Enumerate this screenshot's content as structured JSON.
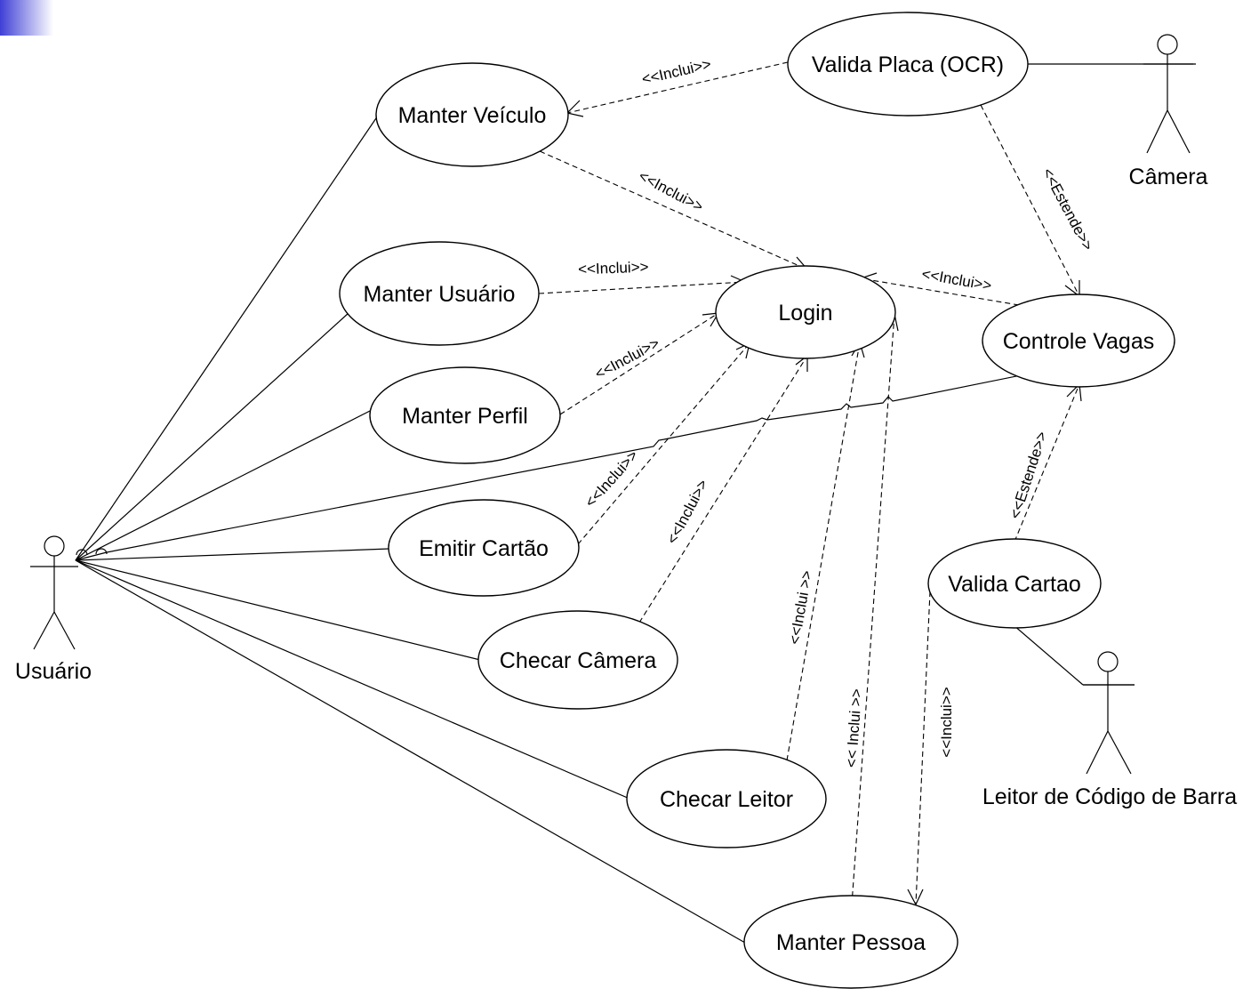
{
  "use_cases": {
    "manter_veiculo": "Manter Veículo",
    "valida_placa": "Valida Placa (OCR)",
    "manter_usuario": "Manter Usuário",
    "login": "Login",
    "controle_vagas": "Controle Vagas",
    "manter_perfil": "Manter Perfil",
    "emitir_cartao": "Emitir Cartão",
    "checar_camera": "Checar Câmera",
    "valida_cartao": "Valida Cartao",
    "checar_leitor": "Checar Leitor",
    "manter_pessoa": "Manter Pessoa"
  },
  "actors": {
    "usuario": "Usuário",
    "camera": "Câmera",
    "leitor": "Leitor de Código de Barra"
  },
  "relations": {
    "inclui": "<<Inclui>>",
    "inclui_spaced": "<< Inclui >>",
    "inclui_right_space": "<<Inclui >>",
    "estende": "<<Estende>>"
  }
}
